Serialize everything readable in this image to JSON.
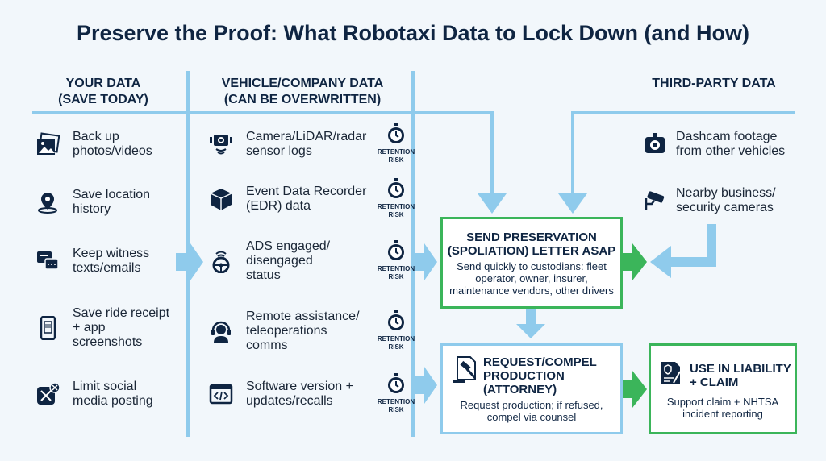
{
  "title": "Preserve the Proof: What Robotaxi Data to Lock Down (and How)",
  "colors": {
    "navy": "#0f2542",
    "light_blue": "#8fcbec",
    "green": "#3bb55a",
    "background": "#f2f7fb"
  },
  "columns": {
    "your_data": {
      "header": [
        "YOUR DATA",
        "(SAVE TODAY)"
      ],
      "items": [
        {
          "icon": "photos-icon",
          "lines": [
            "Back up",
            "photos/videos"
          ]
        },
        {
          "icon": "location-pin-icon",
          "lines": [
            "Save location",
            "history"
          ]
        },
        {
          "icon": "chat-bubbles-icon",
          "lines": [
            "Keep witness",
            "texts/emails"
          ]
        },
        {
          "icon": "phone-receipt-icon",
          "lines": [
            "Save ride receipt",
            "+ app",
            "screenshots"
          ]
        },
        {
          "icon": "social-x-icon",
          "lines": [
            "Limit social",
            "media posting"
          ]
        }
      ]
    },
    "vehicle_data": {
      "header": [
        "VEHICLE/COMPANY DATA",
        "(CAN BE OVERWRITTEN)"
      ],
      "risk_label": [
        "RETENTION",
        "RISK"
      ],
      "items": [
        {
          "icon": "sensor-camera-icon",
          "lines": [
            "Camera/LiDAR/radar",
            "sensor logs"
          ]
        },
        {
          "icon": "box-recorder-icon",
          "lines": [
            "Event Data Recorder",
            "(EDR) data"
          ]
        },
        {
          "icon": "steering-wheel-icon",
          "lines": [
            "ADS engaged/",
            "disengaged",
            "status"
          ]
        },
        {
          "icon": "headset-icon",
          "lines": [
            "Remote assistance/",
            "teleoperations",
            "comms"
          ]
        },
        {
          "icon": "code-window-icon",
          "lines": [
            "Software version +",
            "updates/recalls"
          ]
        }
      ]
    },
    "third_party": {
      "header": "THIRD-PARTY DATA",
      "items": [
        {
          "icon": "dashcam-icon",
          "lines": [
            "Dashcam footage",
            "from other vehicles"
          ]
        },
        {
          "icon": "security-camera-icon",
          "lines": [
            "Nearby business/",
            "security cameras"
          ]
        }
      ]
    }
  },
  "steps": {
    "preservation": {
      "title": [
        "SEND PRESERVATION",
        "(SPOLIATION) LETTER ASAP"
      ],
      "text": [
        "Send quickly to custodians: fleet",
        "operator, owner, insurer,",
        "maintenance vendors, other drivers"
      ]
    },
    "request": {
      "title": [
        "REQUEST/COMPEL",
        "PRODUCTION",
        "(ATTORNEY)"
      ],
      "text": [
        "Request production; if refused,",
        "compel via counsel"
      ]
    },
    "use": {
      "title": [
        "USE IN LIABILITY",
        "+ CLAIM"
      ],
      "text": [
        "Support claim + NHTSA",
        "incident reporting"
      ]
    }
  }
}
